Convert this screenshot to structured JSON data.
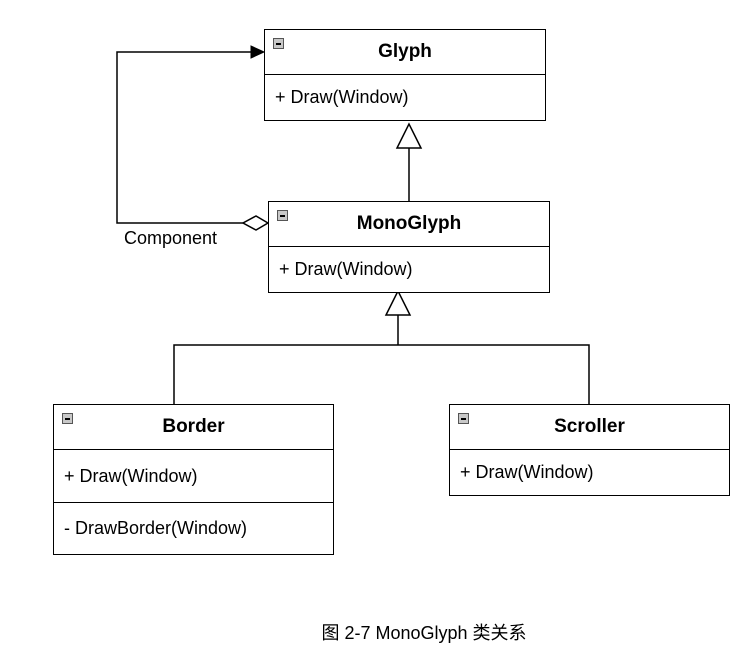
{
  "classes": {
    "glyph": {
      "name": "Glyph",
      "methods": [
        "+ Draw(Window)"
      ]
    },
    "monoglyph": {
      "name": "MonoGlyph",
      "methods": [
        "+ Draw(Window)"
      ]
    },
    "border": {
      "name": "Border",
      "methods": [
        "+ Draw(Window)"
      ],
      "private_methods": [
        "- DrawBorder(Window)"
      ]
    },
    "scroller": {
      "name": "Scroller",
      "methods": [
        "+ Draw(Window)"
      ]
    }
  },
  "relations": {
    "aggregation_label": "Component"
  },
  "caption": "图 2-7 MonoGlyph 类关系"
}
